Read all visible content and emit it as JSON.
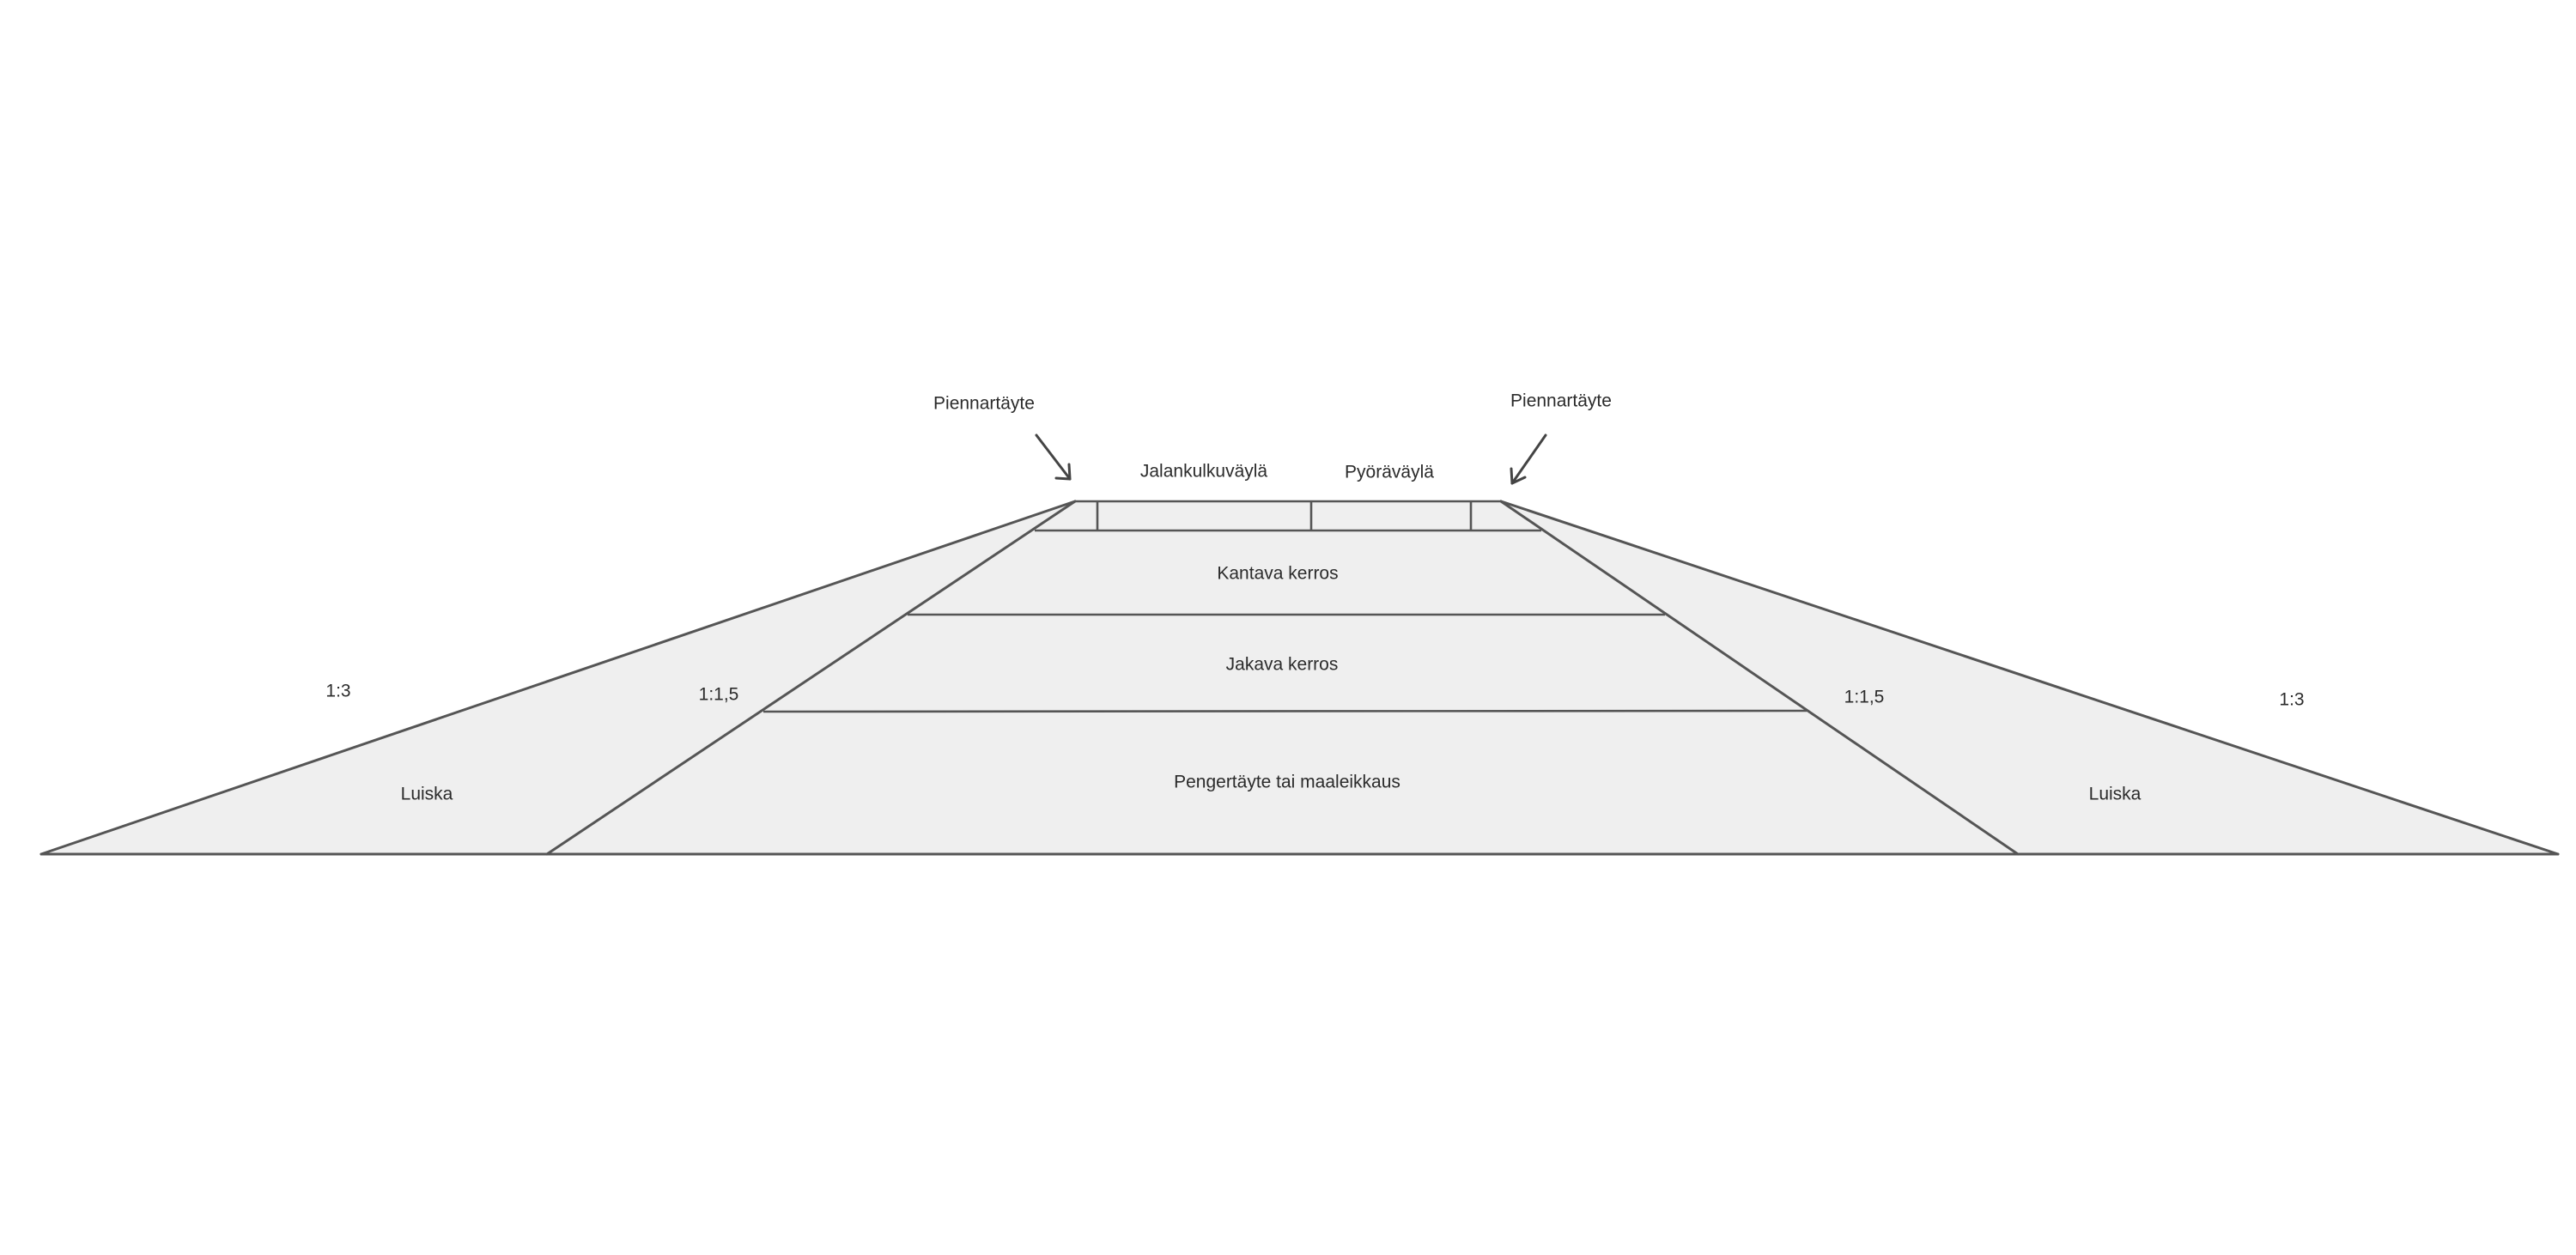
{
  "labels": {
    "shoulder_fill_left": "Piennartäyte",
    "shoulder_fill_right": "Piennartäyte",
    "footway": "Jalankulkuväylä",
    "cycleway": "Pyöräväylä",
    "base_course": "Kantava kerros",
    "sub_base": "Jakava kerros",
    "embankment": "Pengertäyte tai maaleikkaus",
    "slope_left": "Luiska",
    "slope_right": "Luiska",
    "ratio_outer_left": "1:3",
    "ratio_inner_left": "1:1,5",
    "ratio_inner_right": "1:1,5",
    "ratio_outer_right": "1:3"
  },
  "colors": {
    "fill": "#efefef",
    "line": "#555555",
    "text": "#2b2b2b"
  }
}
